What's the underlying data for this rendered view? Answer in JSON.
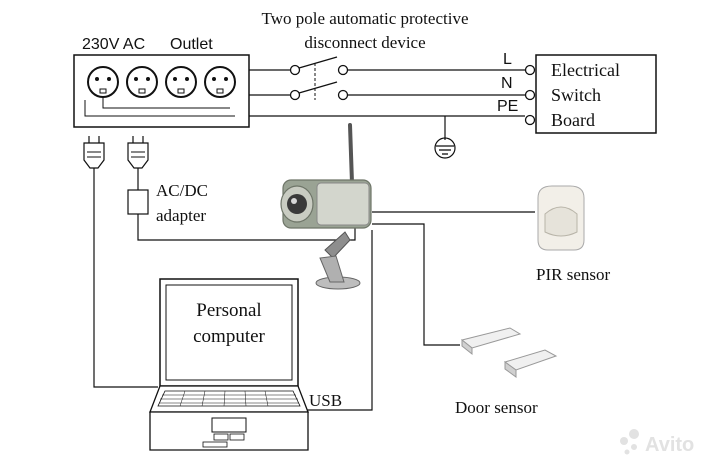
{
  "title": {
    "line1": "Two pole automatic protective",
    "line2": "disconnect device"
  },
  "outlet": {
    "voltage_label": "230V AC",
    "name_label": "Outlet"
  },
  "lines": {
    "l": "L",
    "n": "N",
    "pe": "PE"
  },
  "board": {
    "line1": "Electrical",
    "line2": "Switch",
    "line3": "Board"
  },
  "adapter": {
    "line1": "AC/DC",
    "line2": "adapter"
  },
  "computer": {
    "line1": "Personal",
    "line2": "computer"
  },
  "usb_label": "USB",
  "pir_label": "PIR sensor",
  "door_label": "Door sensor",
  "watermark": "Avito",
  "colors": {
    "line": "#111111",
    "camera_body": "#9aa394",
    "watermark": "#e2e2e2"
  }
}
